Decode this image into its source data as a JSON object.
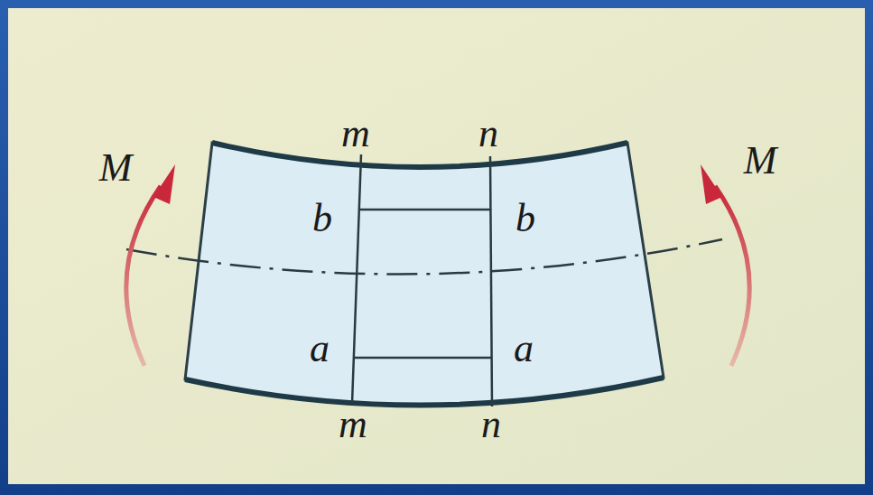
{
  "diagram": {
    "labels": [
      "M",
      "m",
      "n",
      "M",
      "b",
      "b",
      "a",
      "a",
      "m",
      "n"
    ]
  }
}
